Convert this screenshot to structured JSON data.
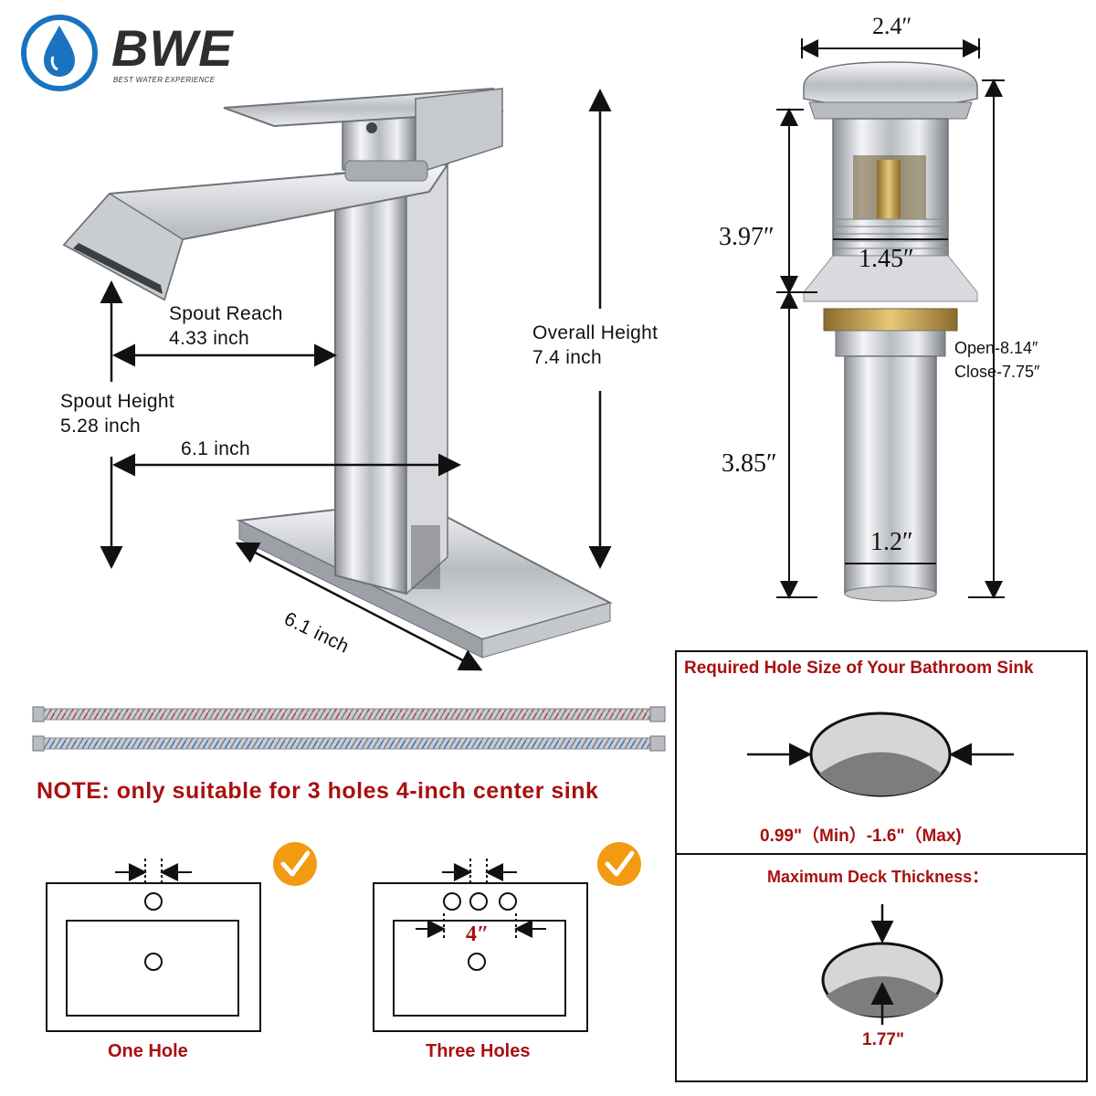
{
  "brand": {
    "name": "BWE",
    "tagline": "BEST WATER EXPERIENCE"
  },
  "faucet": {
    "spout_reach_label": "Spout Reach",
    "spout_reach_value": "4.33 inch",
    "overall_height_label": "Overall Height",
    "overall_height_value": "7.4 inch",
    "spout_height_label": "Spout Height",
    "spout_height_value": "5.28 inch",
    "depth_value": "6.1 inch",
    "base_width_value": "6.1 inch"
  },
  "drain": {
    "top_width": "2.4″",
    "upper_height": "3.97″",
    "thread_diameter": "1.45″",
    "lower_height": "3.85″",
    "tail_diameter": "1.2″",
    "total_open": "Open-8.14″",
    "total_close": "Close-7.75″"
  },
  "note": "NOTE: only suitable for 3 holes 4-inch center sink",
  "sinks": {
    "one_hole_label": "One Hole",
    "three_holes_label": "Three Holes",
    "center_spacing": "4″"
  },
  "requirements": {
    "hole_size_title": "Required Hole Size of Your Bathroom Sink",
    "hole_size_value": "0.99\"（Min）-1.6\"（Max)",
    "deck_title": "Maximum Deck Thickness：",
    "deck_value": "1.77\""
  },
  "colors": {
    "accent_red": "#a81010",
    "brand_blue": "#1a73c0",
    "check_orange": "#f29a12"
  },
  "icons": [
    "water-drop-logo-icon",
    "checkmark-badge-icon"
  ]
}
